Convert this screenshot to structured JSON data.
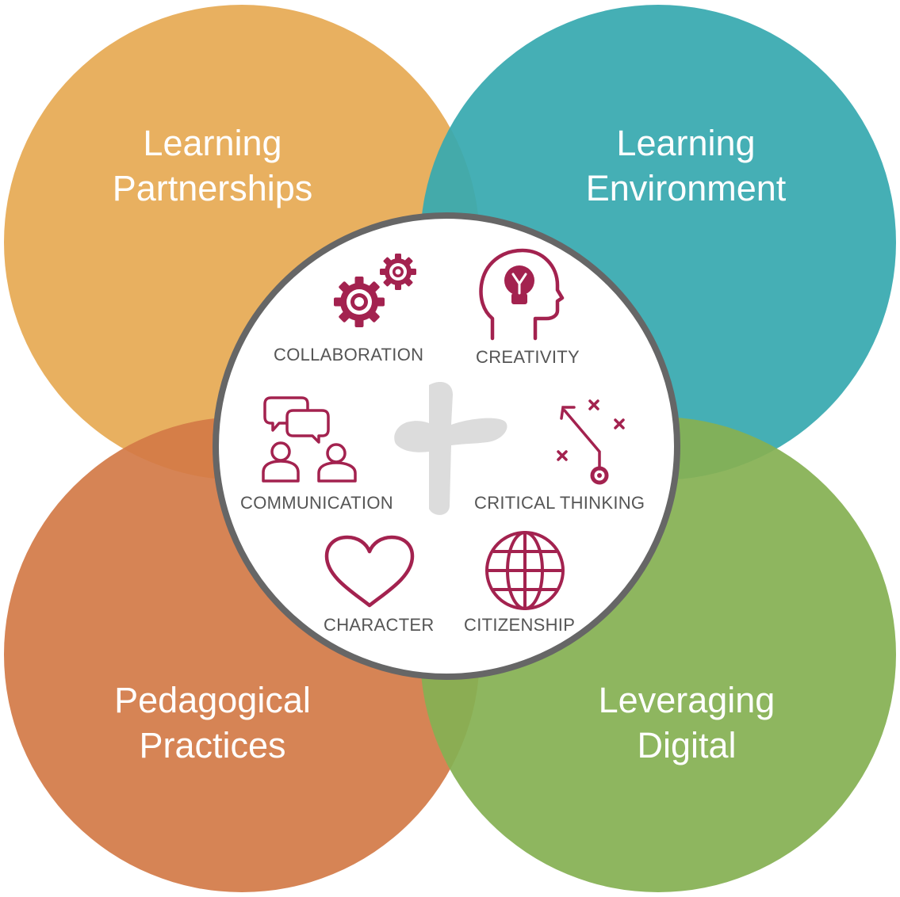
{
  "colors": {
    "learning_partnerships": "#e8b060",
    "learning_environment": "#37a9af",
    "pedagogical_practices": "#d37a47",
    "leveraging_digital": "#8bb25a",
    "icon": "#a3224f",
    "center_border": "#666666",
    "cross": "#dcdcdc",
    "label_text": "#555555"
  },
  "quadrants": {
    "learning_partnerships": {
      "line1": "Learning",
      "line2": "Partnerships"
    },
    "learning_environment": {
      "line1": "Learning",
      "line2": "Environment"
    },
    "pedagogical_practices": {
      "line1": "Pedagogical",
      "line2": "Practices"
    },
    "leveraging_digital": {
      "line1": "Leveraging",
      "line2": "Digital"
    }
  },
  "competencies": {
    "collaboration": {
      "label": "COLLABORATION",
      "icon": "gears-icon"
    },
    "creativity": {
      "label": "CREATIVITY",
      "icon": "head-lightbulb-icon"
    },
    "communication": {
      "label": "COMMUNICATION",
      "icon": "people-speech-bubbles-icon"
    },
    "critical_thinking": {
      "label": "CRITICAL THINKING",
      "icon": "play-strategy-icon"
    },
    "character": {
      "label": "CHARACTER",
      "icon": "heart-icon"
    },
    "citizenship": {
      "label": "CITIZENSHIP",
      "icon": "globe-icon"
    }
  },
  "center": {
    "icon": "cross-icon"
  }
}
